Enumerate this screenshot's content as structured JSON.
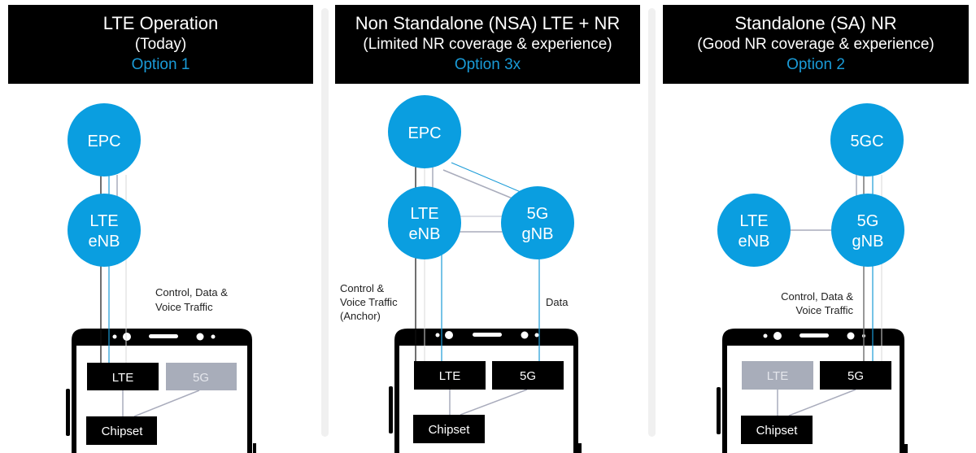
{
  "colors": {
    "node_fill": "#0a9ee0",
    "header_bg": "#000000",
    "option_text": "#1a9bd7",
    "active_box": "#000000",
    "inactive_box": "#a8adba",
    "line_black": "#111111",
    "line_blue": "#1a9bd7",
    "line_grey": "#a9acbc",
    "line_light": "#dadada"
  },
  "panels": [
    {
      "title": "LTE Operation",
      "subtitle": "(Today)",
      "option": "Option 1",
      "nodes": [
        {
          "id": "epc",
          "lines": [
            "EPC"
          ]
        },
        {
          "id": "lte-enb",
          "lines": [
            "LTE",
            "eNB"
          ]
        }
      ],
      "notes": [
        "Control, Data &",
        "Voice Traffic"
      ],
      "device": {
        "modems": [
          {
            "label": "LTE",
            "active": true
          },
          {
            "label": "5G",
            "active": false
          }
        ],
        "chipset": "Chipset"
      }
    },
    {
      "title": "Non Standalone (NSA) LTE + NR",
      "subtitle": "(Limited NR coverage & experience)",
      "option": "Option 3x",
      "nodes": [
        {
          "id": "epc",
          "lines": [
            "EPC"
          ]
        },
        {
          "id": "lte-enb",
          "lines": [
            "LTE",
            "eNB"
          ]
        },
        {
          "id": "5g-gnb",
          "lines": [
            "5G",
            "gNB"
          ]
        }
      ],
      "notes_left": [
        "Control &",
        "Voice Traffic",
        "(Anchor)"
      ],
      "notes_right": [
        "Data"
      ],
      "device": {
        "modems": [
          {
            "label": "LTE",
            "active": true
          },
          {
            "label": "5G",
            "active": true
          }
        ],
        "chipset": "Chipset"
      }
    },
    {
      "title": "Standalone (SA) NR",
      "subtitle": "(Good NR coverage & experience)",
      "option": "Option 2",
      "nodes": [
        {
          "id": "5gc",
          "lines": [
            "5GC"
          ]
        },
        {
          "id": "lte-enb",
          "lines": [
            "LTE",
            "eNB"
          ]
        },
        {
          "id": "5g-gnb",
          "lines": [
            "5G",
            "gNB"
          ]
        }
      ],
      "notes": [
        "Control, Data &",
        "Voice Traffic"
      ],
      "device": {
        "modems": [
          {
            "label": "LTE",
            "active": false
          },
          {
            "label": "5G",
            "active": true
          }
        ],
        "chipset": "Chipset"
      }
    }
  ]
}
